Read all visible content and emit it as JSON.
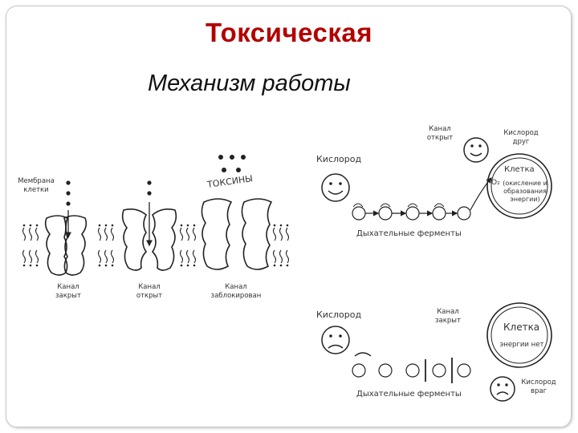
{
  "title": "Токсическая",
  "subtitle": "Механизм работы",
  "left_diagram": {
    "membrane_label": [
      "Мембрана",
      "клетки"
    ],
    "toxins_label": "ТОКСИНЫ",
    "channels": [
      {
        "label": [
          "Канал",
          "закрыт"
        ]
      },
      {
        "label": [
          "Канал",
          "открыт"
        ]
      },
      {
        "label": [
          "Канал",
          "заблокирован"
        ]
      }
    ]
  },
  "top_right": {
    "oxygen_label": "Кислород",
    "channel_label": [
      "Канал",
      "открыт"
    ],
    "oxygen_friend_label": [
      "Кислород",
      "друг"
    ],
    "cell_label": "Клетка",
    "cell_text": [
      "(окисление и",
      "образования",
      "энергии)"
    ],
    "o2_label": "O₂",
    "enzymes_label": "Дыхательные ферменты"
  },
  "bottom_right": {
    "oxygen_label": "Кислород",
    "channel_label": [
      "Канал",
      "закрыт"
    ],
    "cell_label": "Клетка",
    "cell_text": "энергии нет",
    "oxygen_enemy_label": [
      "Кислород",
      "враг"
    ],
    "enzymes_label": "Дыхательные ферменты"
  }
}
